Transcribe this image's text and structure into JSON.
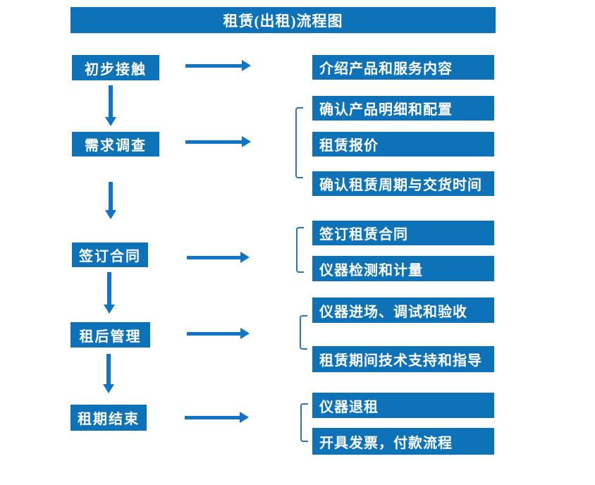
{
  "title": "租赁(出租)流程图",
  "colors": {
    "box_blue": "#0e72b8",
    "arrow_blue": "#1274c8",
    "bracket_blue": "#2e75b6",
    "text_white": "#ffffff"
  },
  "flow": {
    "steps": [
      {
        "label": "初步接触",
        "outputs": [
          "介绍产品和服务内容"
        ]
      },
      {
        "label": "需求调查",
        "outputs": [
          "确认产品明细和配置",
          "租赁报价",
          "确认租赁周期与交货时间"
        ]
      },
      {
        "label": "签订合同",
        "outputs": [
          "签订租赁合同",
          "仪器检测和计量"
        ]
      },
      {
        "label": "租后管理",
        "outputs": [
          "仪器进场、调试和验收",
          "租赁期间技术支持和指导"
        ]
      },
      {
        "label": "租期结束",
        "outputs": [
          "仪器退租",
          "开具发票，付款流程"
        ]
      }
    ]
  }
}
